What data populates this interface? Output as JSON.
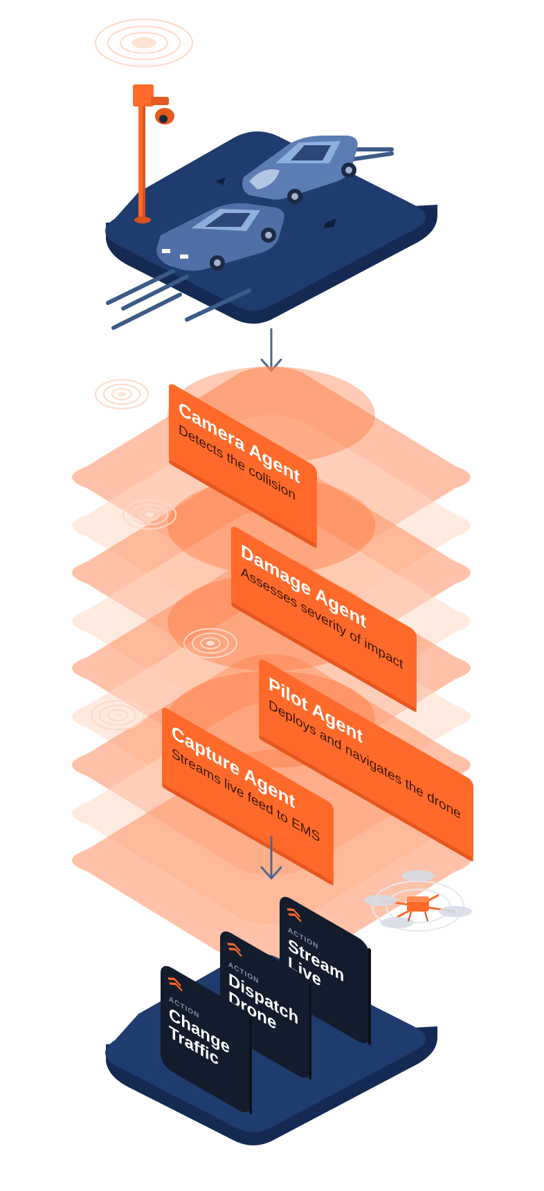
{
  "colors": {
    "navy": "#1f3c6e",
    "navy_dark": "#142a52",
    "orange": "#ff6a2b",
    "orange_light": "#ffa57d",
    "card_dark": "#131c2d",
    "arrow": "#4b6790"
  },
  "agents": [
    {
      "title": "Camera Agent",
      "subtitle": "Detects the collision"
    },
    {
      "title": "Damage Agent",
      "subtitle": "Assesses severity of impact"
    },
    {
      "title": "Pilot Agent",
      "subtitle": "Deploys and navigates the drone"
    },
    {
      "title": "Capture Agent",
      "subtitle": "Streams live feed to EMS"
    }
  ],
  "actions": {
    "kicker": "ACTION",
    "cards": [
      {
        "line1": "Change",
        "line2": "Traffic"
      },
      {
        "line1": "Dispatch",
        "line2": "Drone"
      },
      {
        "line1": "Stream",
        "line2": "Live"
      }
    ]
  },
  "icons": {
    "camera": "security-camera-icon",
    "drone": "drone-icon",
    "signal": "signal-rings-icon",
    "agent-logo": "agent-logo-icon"
  }
}
